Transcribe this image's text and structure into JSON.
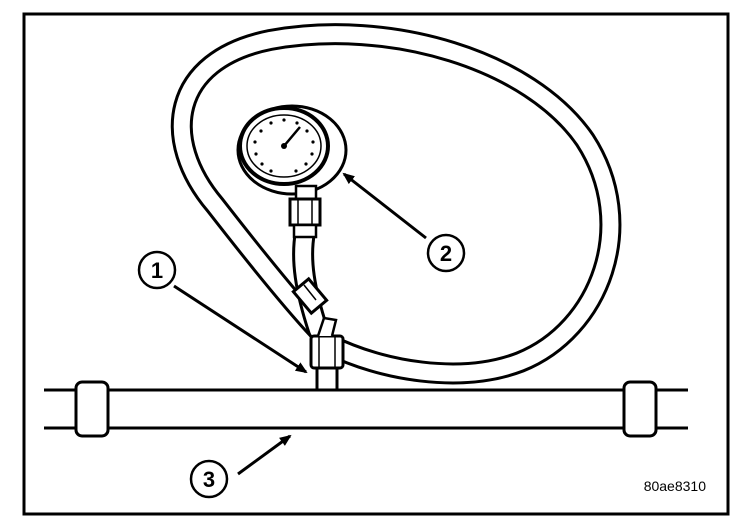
{
  "callouts": [
    {
      "id": "1",
      "label": "1"
    },
    {
      "id": "2",
      "label": "2"
    },
    {
      "id": "3",
      "label": "3"
    }
  ],
  "figure_id": "80ae8310",
  "colors": {
    "ink": "#000000",
    "paper": "#ffffff"
  }
}
